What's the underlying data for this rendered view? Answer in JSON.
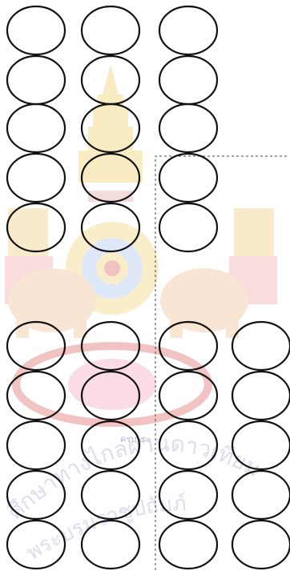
{
  "watermark": {
    "type": "seal",
    "description_ref": "thai-university-emblem-watermark",
    "colors": {
      "gold": "#e9c46a",
      "red": "#e07a7a",
      "pink": "#f1b3c9",
      "blue": "#8fb3e8"
    },
    "arc_lines": [
      "ศึกษาทางไกลผ่านดาวเทียม",
      "พระบรมราชูปถัมภ์"
    ],
    "badge_text": "ครบ ๕๐"
  },
  "bubble_grid": {
    "top_block": {
      "rows": 5,
      "cols": 3
    },
    "bottom_block": {
      "rows": 5,
      "cols": 4
    },
    "stroke_color": "#111111"
  },
  "guide_line": {
    "style": "dashed",
    "color": "#444444"
  }
}
